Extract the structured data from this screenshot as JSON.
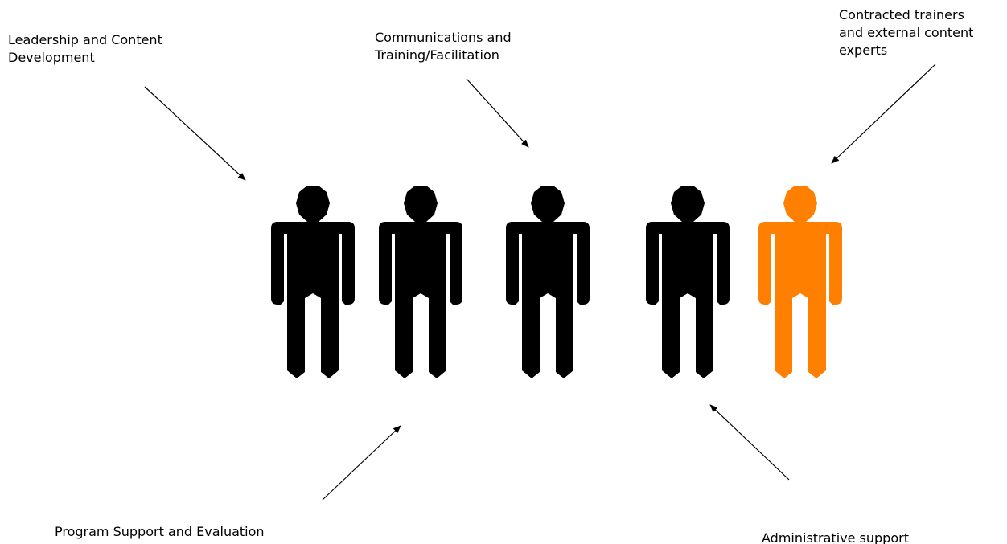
{
  "colors": {
    "staff": "#000000",
    "contractor": "#ff7f00"
  },
  "figures": [
    {
      "role": "staff",
      "color": "#000000"
    },
    {
      "role": "staff",
      "color": "#000000"
    },
    {
      "role": "staff",
      "color": "#000000"
    },
    {
      "role": "staff",
      "color": "#000000"
    },
    {
      "role": "contractor",
      "color": "#ff7f00"
    }
  ],
  "labels": {
    "leadership": {
      "line1": "Leadership and Content",
      "line2": "Development"
    },
    "communications": {
      "line1": "Communications and",
      "line2": "Training/Facilitation"
    },
    "contracted": {
      "line1": "Contracted trainers",
      "line2": "and external content",
      "line3": "experts"
    },
    "program": {
      "line1": "Program Support and Evaluation"
    },
    "admin": {
      "line1": "Administrative support"
    }
  }
}
